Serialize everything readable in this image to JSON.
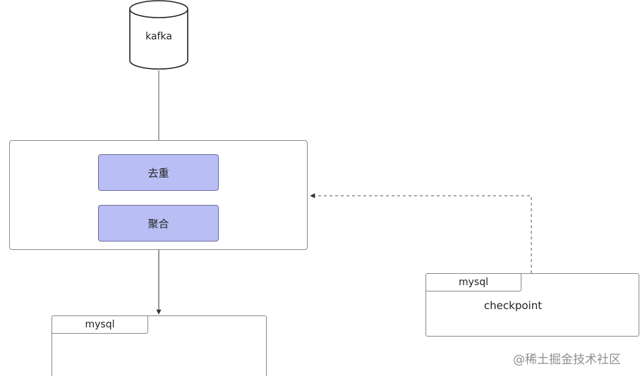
{
  "source": {
    "label": "kafka"
  },
  "processing": {
    "steps": [
      {
        "label": "去重"
      },
      {
        "label": "聚合"
      }
    ]
  },
  "sink": {
    "tab_label": "mysql"
  },
  "checkpoint_store": {
    "tab_label": "mysql",
    "body_label": "checkpoint"
  },
  "watermark": "@稀土掘金技术社区",
  "colors": {
    "step_fill": "#b9bff5",
    "border": "#8a8a8a",
    "connector": "#555555",
    "watermark": "#8f8f8f"
  }
}
